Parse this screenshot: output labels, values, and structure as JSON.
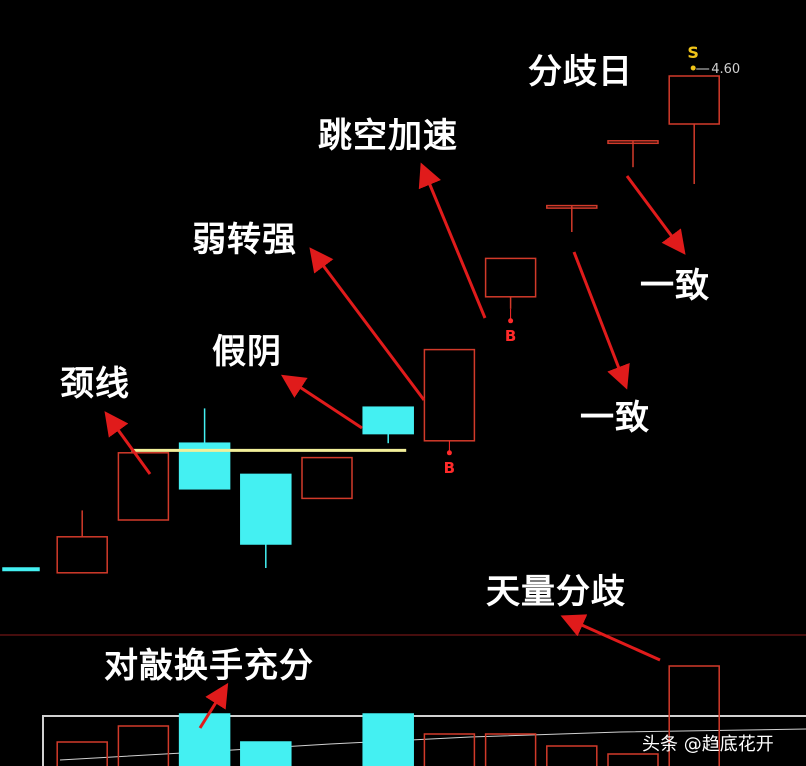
{
  "colors": {
    "up": "#d23a2a",
    "down": "#44f0f2",
    "neckline": "#f2ef9a",
    "arrow": "#e01b1b",
    "divider": "#8b1a1a",
    "signal": "#ff2a2a",
    "s_marker": "#f0c419"
  },
  "annotations": {
    "fenqi_ri": "分歧日",
    "tiaokong": "跳空加速",
    "ruozhuanqiang": "弱转强",
    "jiayin": "假阴",
    "jingxian": "颈线",
    "yizhi_upper": "一致",
    "yizhi_lower": "一致",
    "tianliang": "天量分歧",
    "duiqiao": "对敲换手充分"
  },
  "markers": {
    "sell_symbol": "S",
    "sell_price": "4.60",
    "buy_symbol": "B"
  },
  "watermark": {
    "line1": "头条 @趋底花开"
  },
  "chart_data": {
    "type": "candlestick",
    "note_units": "relative price units; price axis not labeled in the image",
    "candles": [
      {
        "i": 0,
        "open": 6.0,
        "close": 6.0,
        "high": 6.0,
        "low": 6.0,
        "dir": "down"
      },
      {
        "i": 1,
        "open": 5.6,
        "close": 8.6,
        "high": 10.8,
        "low": 5.6,
        "dir": "up"
      },
      {
        "i": 2,
        "open": 10.0,
        "close": 15.6,
        "high": 15.6,
        "low": 10.0,
        "dir": "up"
      },
      {
        "i": 3,
        "open": 16.4,
        "close": 12.6,
        "high": 19.3,
        "low": 12.6,
        "dir": "down"
      },
      {
        "i": 4,
        "open": 13.8,
        "close": 8.0,
        "high": 13.8,
        "low": 6.0,
        "dir": "down"
      },
      {
        "i": 5,
        "open": 11.8,
        "close": 15.2,
        "high": 15.2,
        "low": 11.8,
        "dir": "up"
      },
      {
        "i": 6,
        "open": 19.4,
        "close": 17.2,
        "high": 19.4,
        "low": 16.4,
        "dir": "down"
      },
      {
        "i": 7,
        "open": 16.6,
        "close": 24.2,
        "high": 24.2,
        "low": 16.6,
        "dir": "up"
      },
      {
        "i": 8,
        "open": 28.6,
        "close": 31.8,
        "high": 31.8,
        "low": 27.6,
        "dir": "up"
      },
      {
        "i": 9,
        "open": 36.2,
        "close": 36.2,
        "high": 36.2,
        "low": 34.0,
        "dir": "up"
      },
      {
        "i": 10,
        "open": 41.6,
        "close": 41.6,
        "high": 41.6,
        "low": 39.4,
        "dir": "up"
      },
      {
        "i": 11,
        "open": 43.0,
        "close": 47.0,
        "high": 47.0,
        "low": 38.0,
        "dir": "up"
      }
    ],
    "neckline_level": 15.8,
    "buy_signals_at": [
      7,
      8
    ],
    "sell_signal_at": 11,
    "volume": [
      {
        "i": 1,
        "value": 1.2,
        "dir": "up"
      },
      {
        "i": 2,
        "value": 2.0,
        "dir": "up"
      },
      {
        "i": 3,
        "value": 2.6,
        "dir": "down"
      },
      {
        "i": 4,
        "value": 1.2,
        "dir": "down"
      },
      {
        "i": 6,
        "value": 2.6,
        "dir": "down"
      },
      {
        "i": 7,
        "value": 1.6,
        "dir": "up"
      },
      {
        "i": 8,
        "value": 1.6,
        "dir": "up"
      },
      {
        "i": 9,
        "value": 1.0,
        "dir": "up"
      },
      {
        "i": 10,
        "value": 0.6,
        "dir": "up"
      },
      {
        "i": 11,
        "value": 5.0,
        "dir": "up"
      }
    ]
  }
}
